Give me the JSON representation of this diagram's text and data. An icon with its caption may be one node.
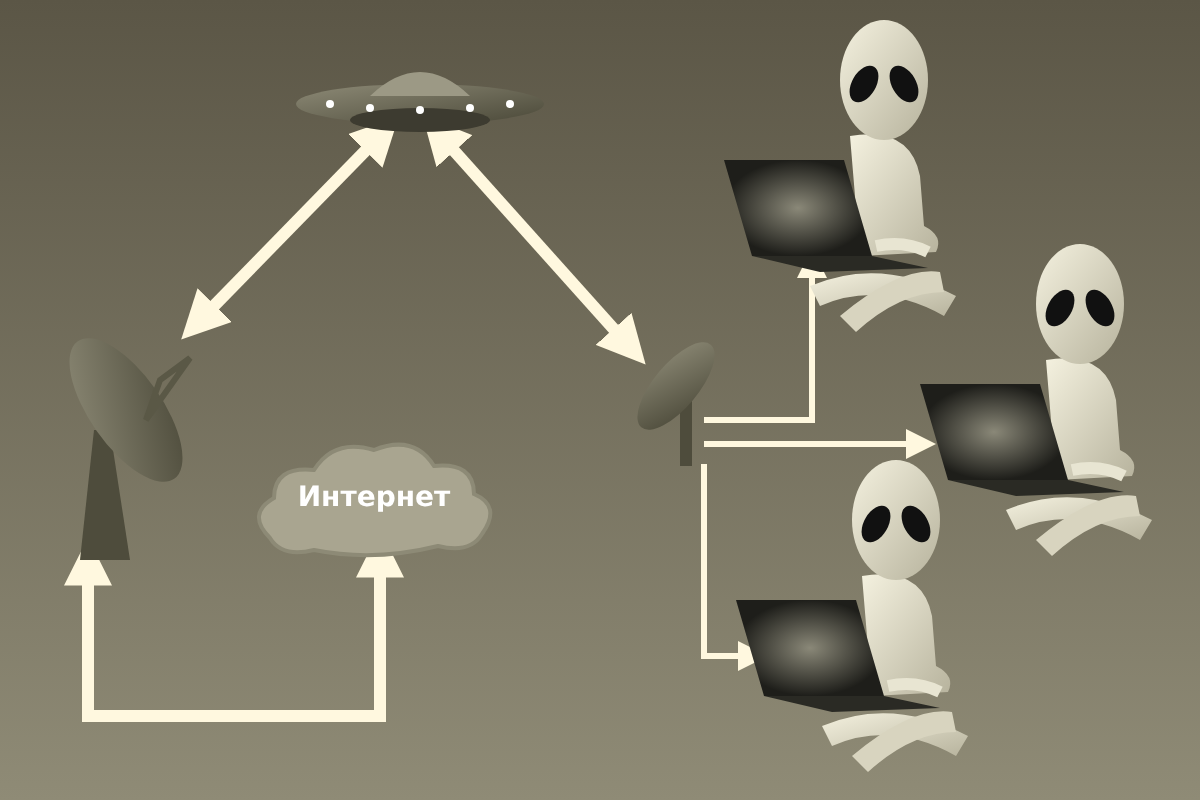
{
  "diagram": {
    "nodes": [
      {
        "text": [],
        "shape": "picture"
      },
      {
        "text": [],
        "shape": "picture"
      },
      {
        "text": [
          "Интернет"
        ]
      },
      {
        "text": [],
        "shape": "picture"
      },
      {
        "text": [],
        "shape": "picture"
      },
      {
        "text": [],
        "shape": "picture"
      },
      {
        "text": [],
        "shape": "picture"
      }
    ],
    "edges": [
      {
        "from": 0,
        "to": 1,
        "arrow": "both",
        "style": "thick"
      },
      {
        "from": 0,
        "to": 3,
        "arrow": "both",
        "style": "thick"
      },
      {
        "from": 1,
        "to": 2,
        "arrow": "both",
        "style": "thick"
      },
      {
        "from": 3,
        "to": 4,
        "arrow": "to"
      },
      {
        "from": 3,
        "to": 5,
        "arrow": "to"
      },
      {
        "from": 3,
        "to": 6,
        "arrow": "to"
      }
    ]
  }
}
